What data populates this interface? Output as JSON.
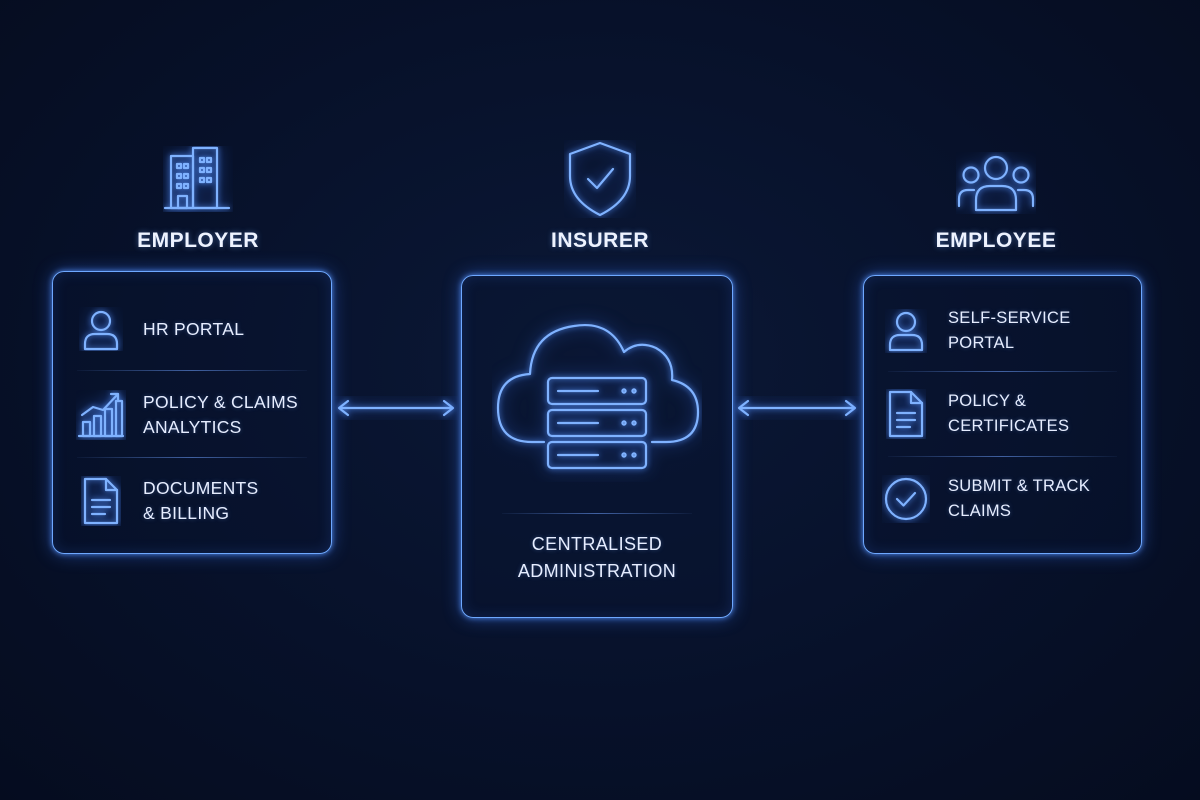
{
  "colors": {
    "background": "#07112a",
    "accent": "#6ea8ff",
    "text": "#e6edff"
  },
  "employer": {
    "heading": "EMPLOYER",
    "icon": "building-icon",
    "items": [
      {
        "icon": "user-icon",
        "line1": "HR PORTAL",
        "line2": ""
      },
      {
        "icon": "bar-chart-icon",
        "line1": "POLICY & CLAIMS",
        "line2": "ANALYTICS"
      },
      {
        "icon": "document-icon",
        "line1": "DOCUMENTS",
        "line2": "& BILLING"
      }
    ]
  },
  "insurer": {
    "heading": "INSURER",
    "icon": "shield-check-icon",
    "center_icon": "cloud-server-icon",
    "label_line1": "CENTRALISED",
    "label_line2": "ADMINISTRATION"
  },
  "employee": {
    "heading": "EMPLOYEE",
    "icon": "group-icon",
    "items": [
      {
        "icon": "user-icon",
        "line1": "SELF-SERVICE PORTAL",
        "line2": ""
      },
      {
        "icon": "document-icon",
        "line1": "POLICY &",
        "line2": "CERTIFICATES"
      },
      {
        "icon": "check-circle-icon",
        "line1": "SUBMIT & TRACK",
        "line2": "CLAIMS"
      }
    ]
  },
  "connectors": [
    {
      "from": "employer",
      "to": "insurer",
      "type": "bidirectional"
    },
    {
      "from": "insurer",
      "to": "employee",
      "type": "bidirectional"
    }
  ]
}
